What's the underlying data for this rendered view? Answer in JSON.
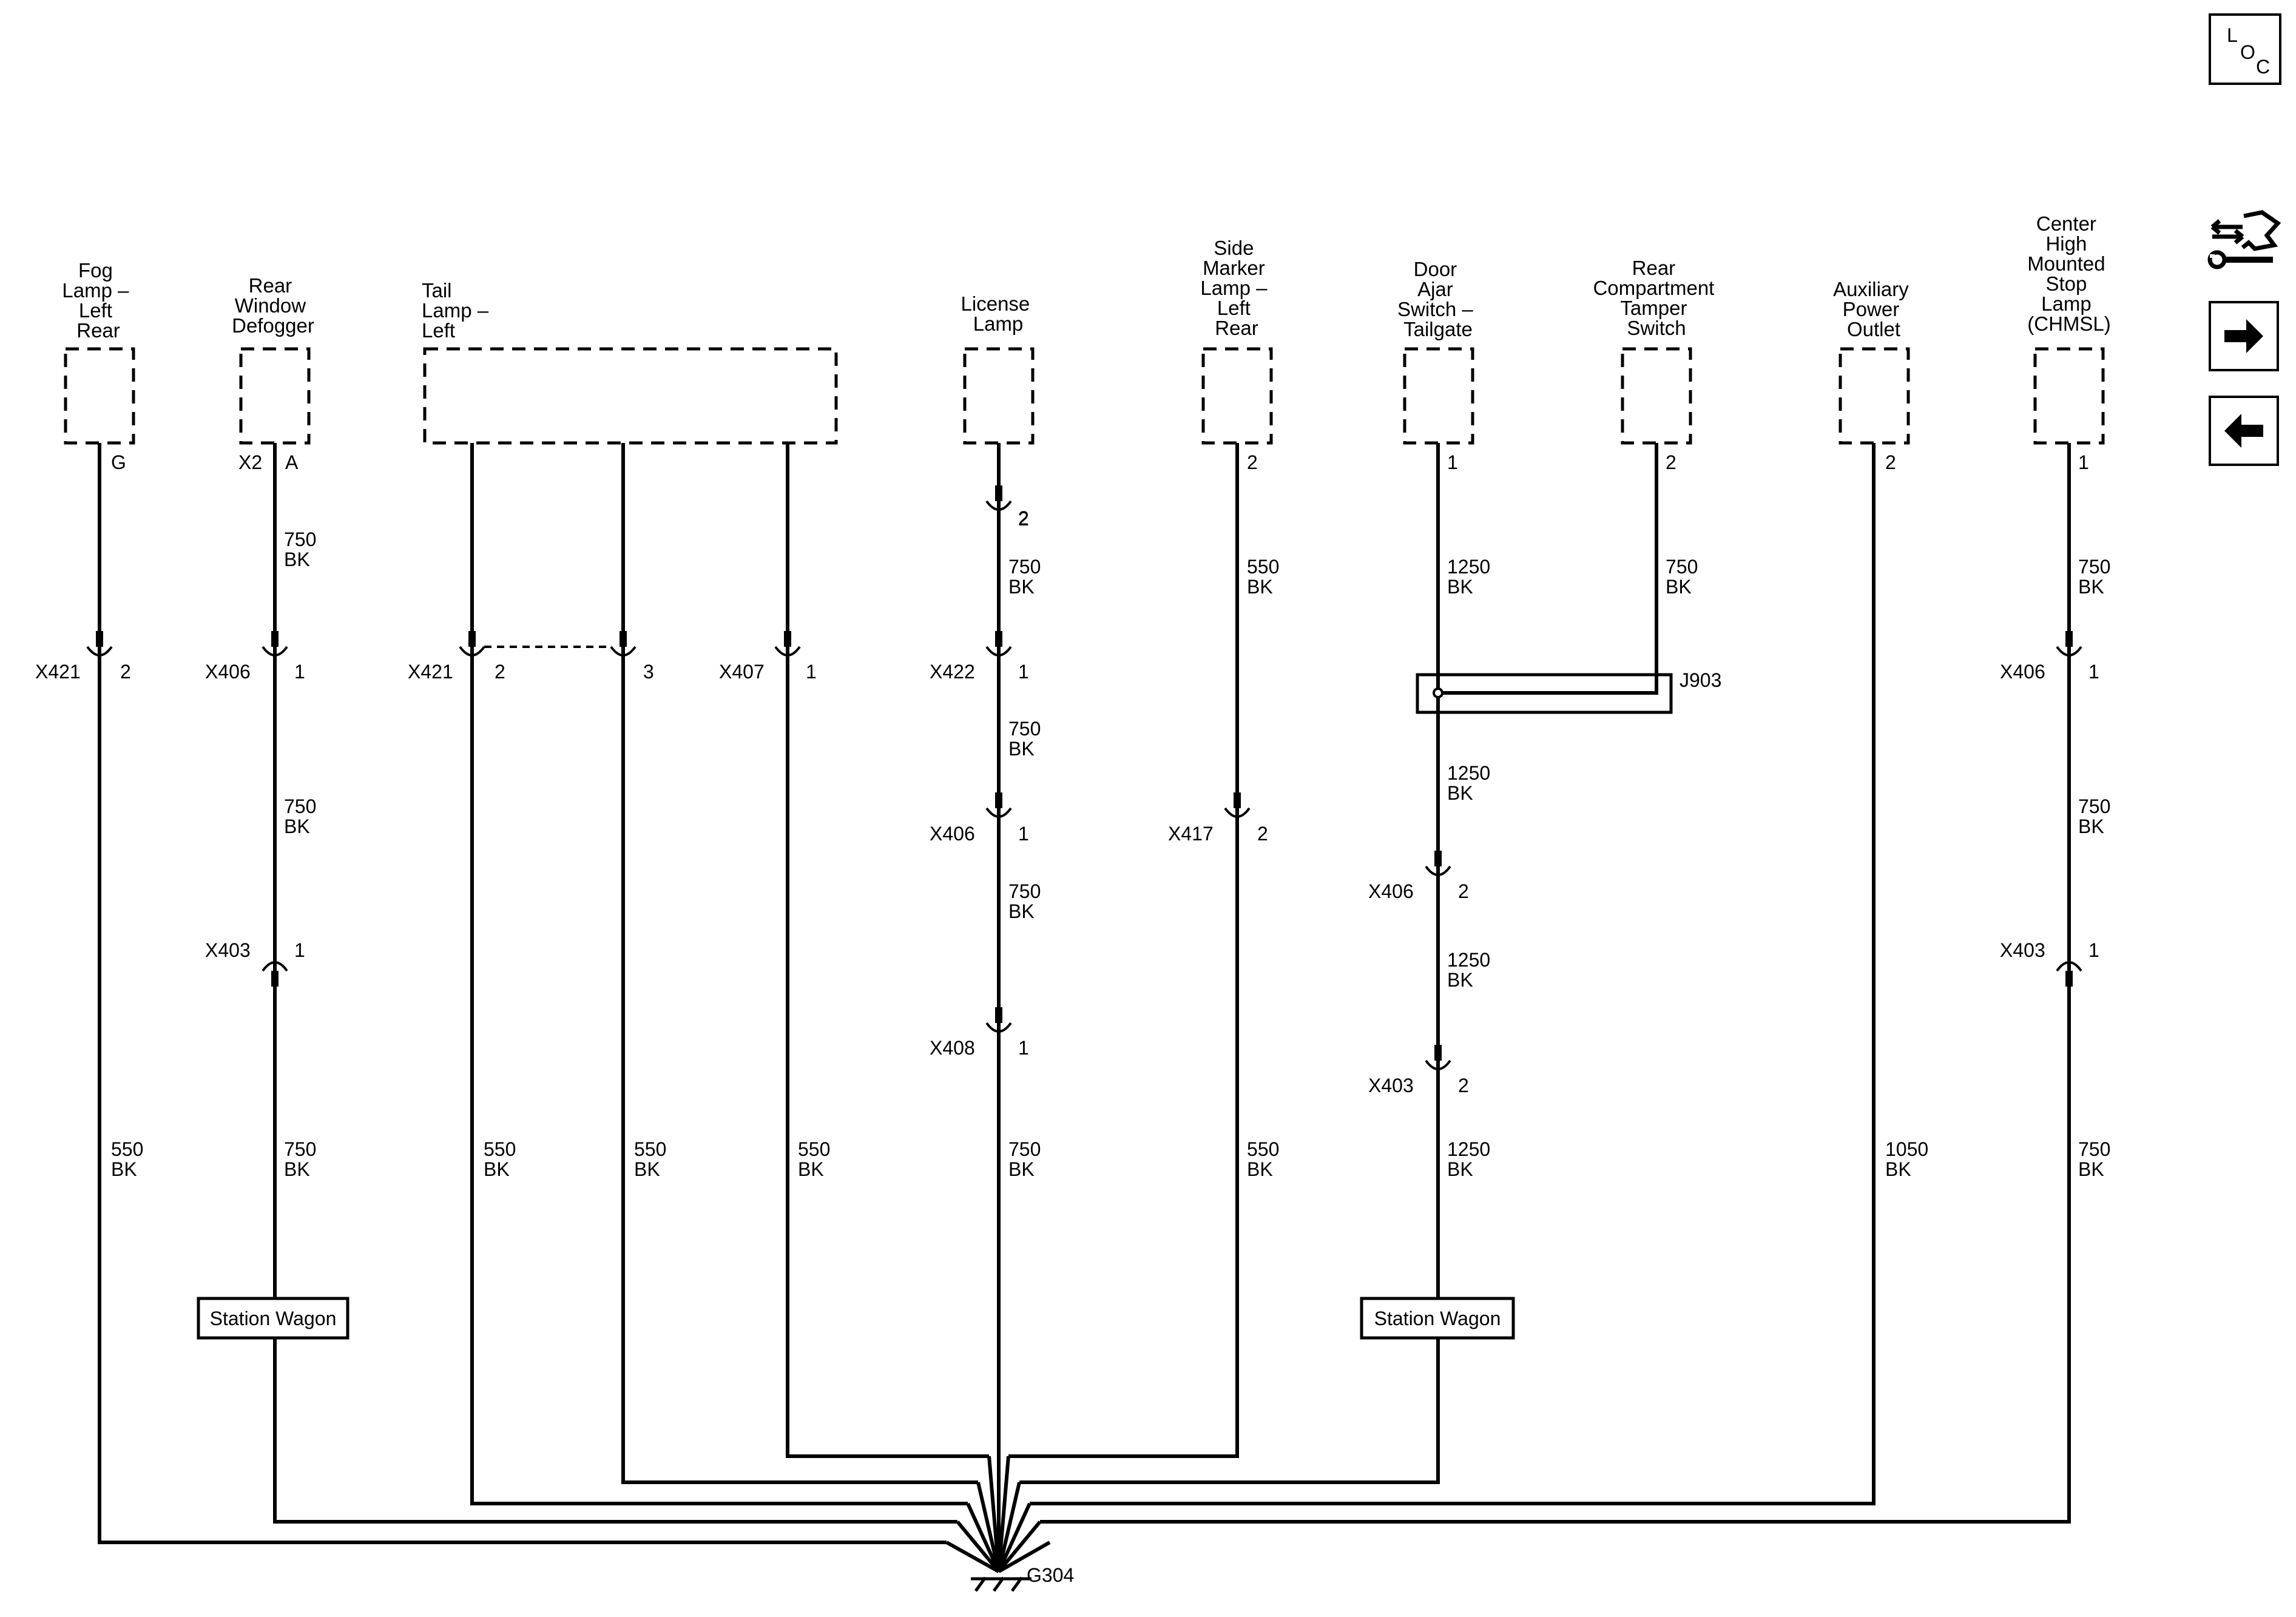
{
  "nav": {
    "loc_letters": [
      "L",
      "O",
      "C"
    ],
    "icons": [
      "connector-tools-icon",
      "right-arrow-icon",
      "left-arrow-icon"
    ]
  },
  "components": {
    "fog_lamp": [
      "Fog",
      "Lamp –",
      "Left",
      "Rear"
    ],
    "rear_defogger": [
      "Rear",
      "Window",
      "Defogger"
    ],
    "tail_lamp": [
      "Tail",
      "Lamp –",
      "Left"
    ],
    "license_lamp": [
      "License",
      "Lamp"
    ],
    "side_marker": [
      "Side",
      "Marker",
      "Lamp –",
      "Left",
      "Rear"
    ],
    "door_ajar": [
      "Door",
      "Ajar",
      "Switch –",
      "Tailgate"
    ],
    "tamper_switch": [
      "Rear",
      "Compartment",
      "Tamper",
      "Switch"
    ],
    "aux_outlet": [
      "Auxiliary",
      "Power",
      "Outlet"
    ],
    "chmsl": [
      "Center",
      "High",
      "Mounted",
      "Stop",
      "Lamp",
      "(CHMSL)"
    ]
  },
  "pins": {
    "fog": "G",
    "defog_conn": "X2",
    "defog_pin": "A",
    "license": "2",
    "side": "2",
    "door": "1",
    "tamper": "2",
    "aux": "2",
    "chmsl": "1"
  },
  "connectors": {
    "c1": {
      "name": "X421",
      "pin": "2"
    },
    "c2": {
      "name": "X406",
      "pin": "1"
    },
    "c3": {
      "name": "X403",
      "pin": "1"
    },
    "c4": {
      "name": "X421",
      "pin": "2"
    },
    "c5": {
      "pin": "3"
    },
    "c6": {
      "name": "X407",
      "pin": "1"
    },
    "c7": {
      "pin": "2"
    },
    "c8": {
      "name": "X422",
      "pin": "1"
    },
    "c9": {
      "name": "X406",
      "pin": "1"
    },
    "c10": {
      "name": "X408",
      "pin": "1"
    },
    "c11": {
      "name": "X417",
      "pin": "2"
    },
    "c12": {
      "name": "X406",
      "pin": "2"
    },
    "c13": {
      "name": "X403",
      "pin": "2"
    },
    "c14": {
      "name": "X406",
      "pin": "1"
    },
    "c15": {
      "name": "X403",
      "pin": "1"
    }
  },
  "wires": {
    "w1": [
      "550",
      "BK"
    ],
    "w2": [
      "750",
      "BK"
    ],
    "w3": [
      "750",
      "BK"
    ],
    "w4": [
      "750",
      "BK"
    ],
    "w5": [
      "550",
      "BK"
    ],
    "w6": [
      "550",
      "BK"
    ],
    "w7": [
      "550",
      "BK"
    ],
    "w8": [
      "750",
      "BK"
    ],
    "w9": [
      "750",
      "BK"
    ],
    "w10": [
      "750",
      "BK"
    ],
    "w11": [
      "750",
      "BK"
    ],
    "w12": [
      "550",
      "BK"
    ],
    "w13": [
      "550",
      "BK"
    ],
    "w14": [
      "1250",
      "BK"
    ],
    "w15": [
      "1250",
      "BK"
    ],
    "w16": [
      "1250",
      "BK"
    ],
    "w17": [
      "1250",
      "BK"
    ],
    "w18": [
      "750",
      "BK"
    ],
    "w19": [
      "1050",
      "BK"
    ],
    "w20": [
      "750",
      "BK"
    ],
    "w21": [
      "750",
      "BK"
    ],
    "w22": [
      "750",
      "BK"
    ]
  },
  "splice": "J903",
  "options": {
    "wagon1": "Station Wagon",
    "wagon2": "Station Wagon"
  },
  "ground": "G304"
}
